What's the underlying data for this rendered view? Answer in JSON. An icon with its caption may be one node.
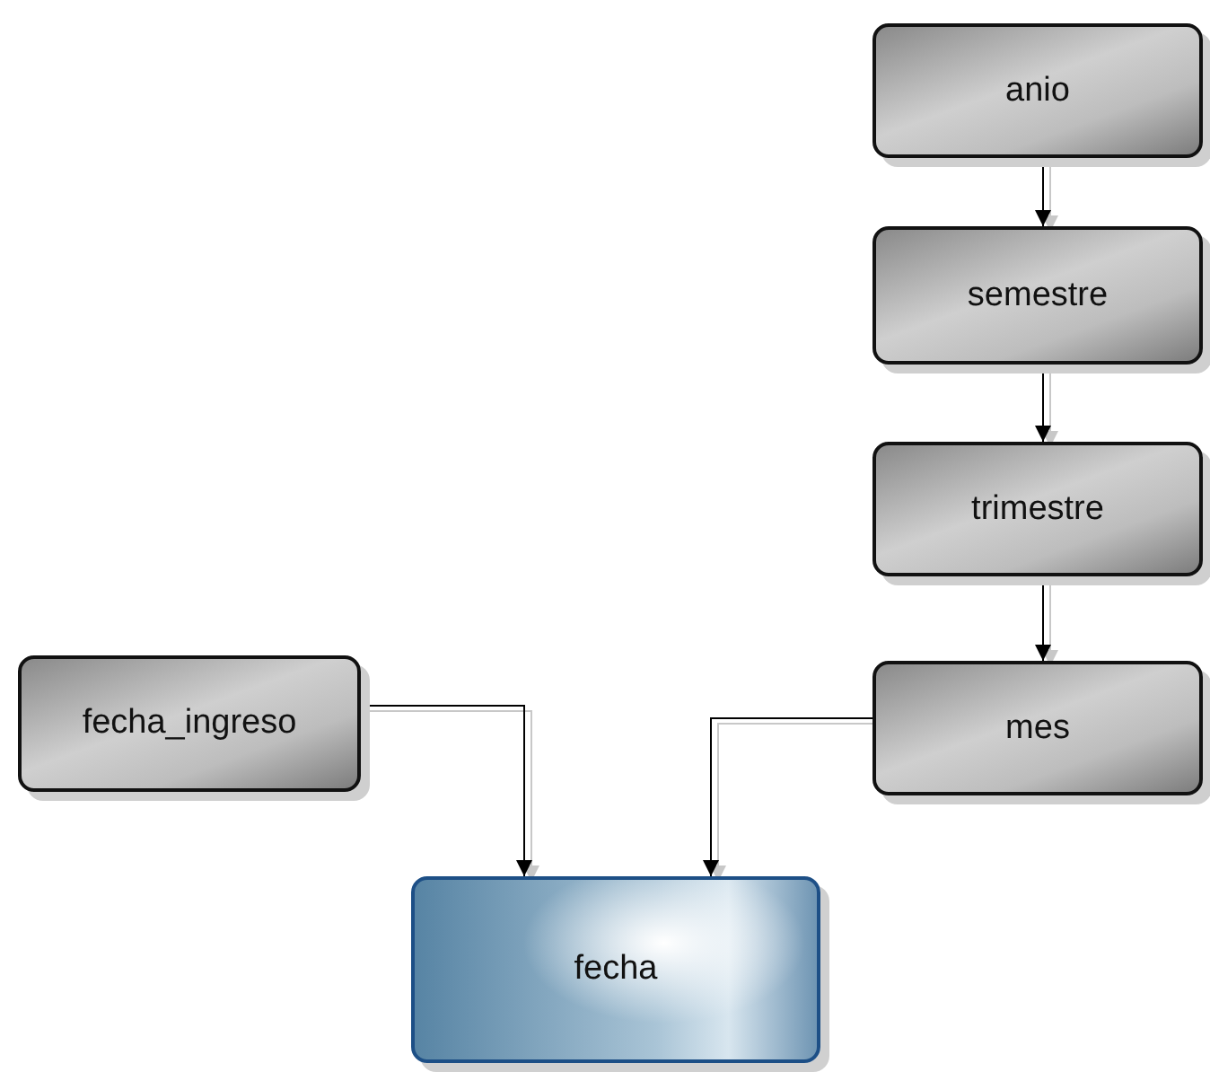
{
  "diagram": {
    "nodes": [
      {
        "text": [
          "anio"
        ]
      },
      {
        "text": [
          "semestre"
        ]
      },
      {
        "text": [
          "trimestre"
        ]
      },
      {
        "text": [
          "mes"
        ]
      },
      {
        "text": [
          "fecha_ingreso"
        ]
      },
      {
        "text": [
          "fecha"
        ]
      }
    ],
    "edges": [
      {
        "from": 0,
        "to": 1,
        "arrow": "to"
      },
      {
        "from": 1,
        "to": 2,
        "arrow": "to"
      },
      {
        "from": 2,
        "to": 3,
        "arrow": "to"
      },
      {
        "from": 3,
        "to": 5,
        "arrow": "to"
      },
      {
        "from": 4,
        "to": 5,
        "arrow": "to"
      }
    ]
  }
}
